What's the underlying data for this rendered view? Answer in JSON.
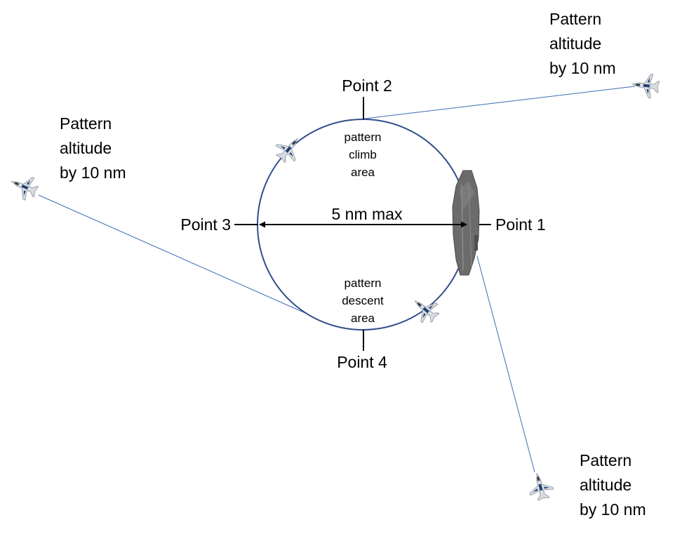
{
  "points": {
    "p1": "Point 1",
    "p2": "Point 2",
    "p3": "Point 3",
    "p4": "Point 4"
  },
  "diameter_label": "5 nm max",
  "climb_area": [
    "pattern",
    "climb",
    "area"
  ],
  "descent_area": [
    "pattern",
    "descent",
    "area"
  ],
  "entry_labels": {
    "top_right": [
      "Pattern",
      "altitude",
      "by 10 nm"
    ],
    "left": [
      "Pattern",
      "altitude",
      "by 10 nm"
    ],
    "bottom_right": [
      "Pattern",
      "altitude",
      "by 10 nm"
    ]
  },
  "colors": {
    "circle": "#2f4f8a",
    "entry_line": "#3e6db5",
    "carrier": "#6b6b6b",
    "jet_body": "#d8dde3",
    "jet_marking": "#1f3f73"
  },
  "icons": [
    "aircraft-carrier-icon",
    "fighter-jet-icon"
  ]
}
